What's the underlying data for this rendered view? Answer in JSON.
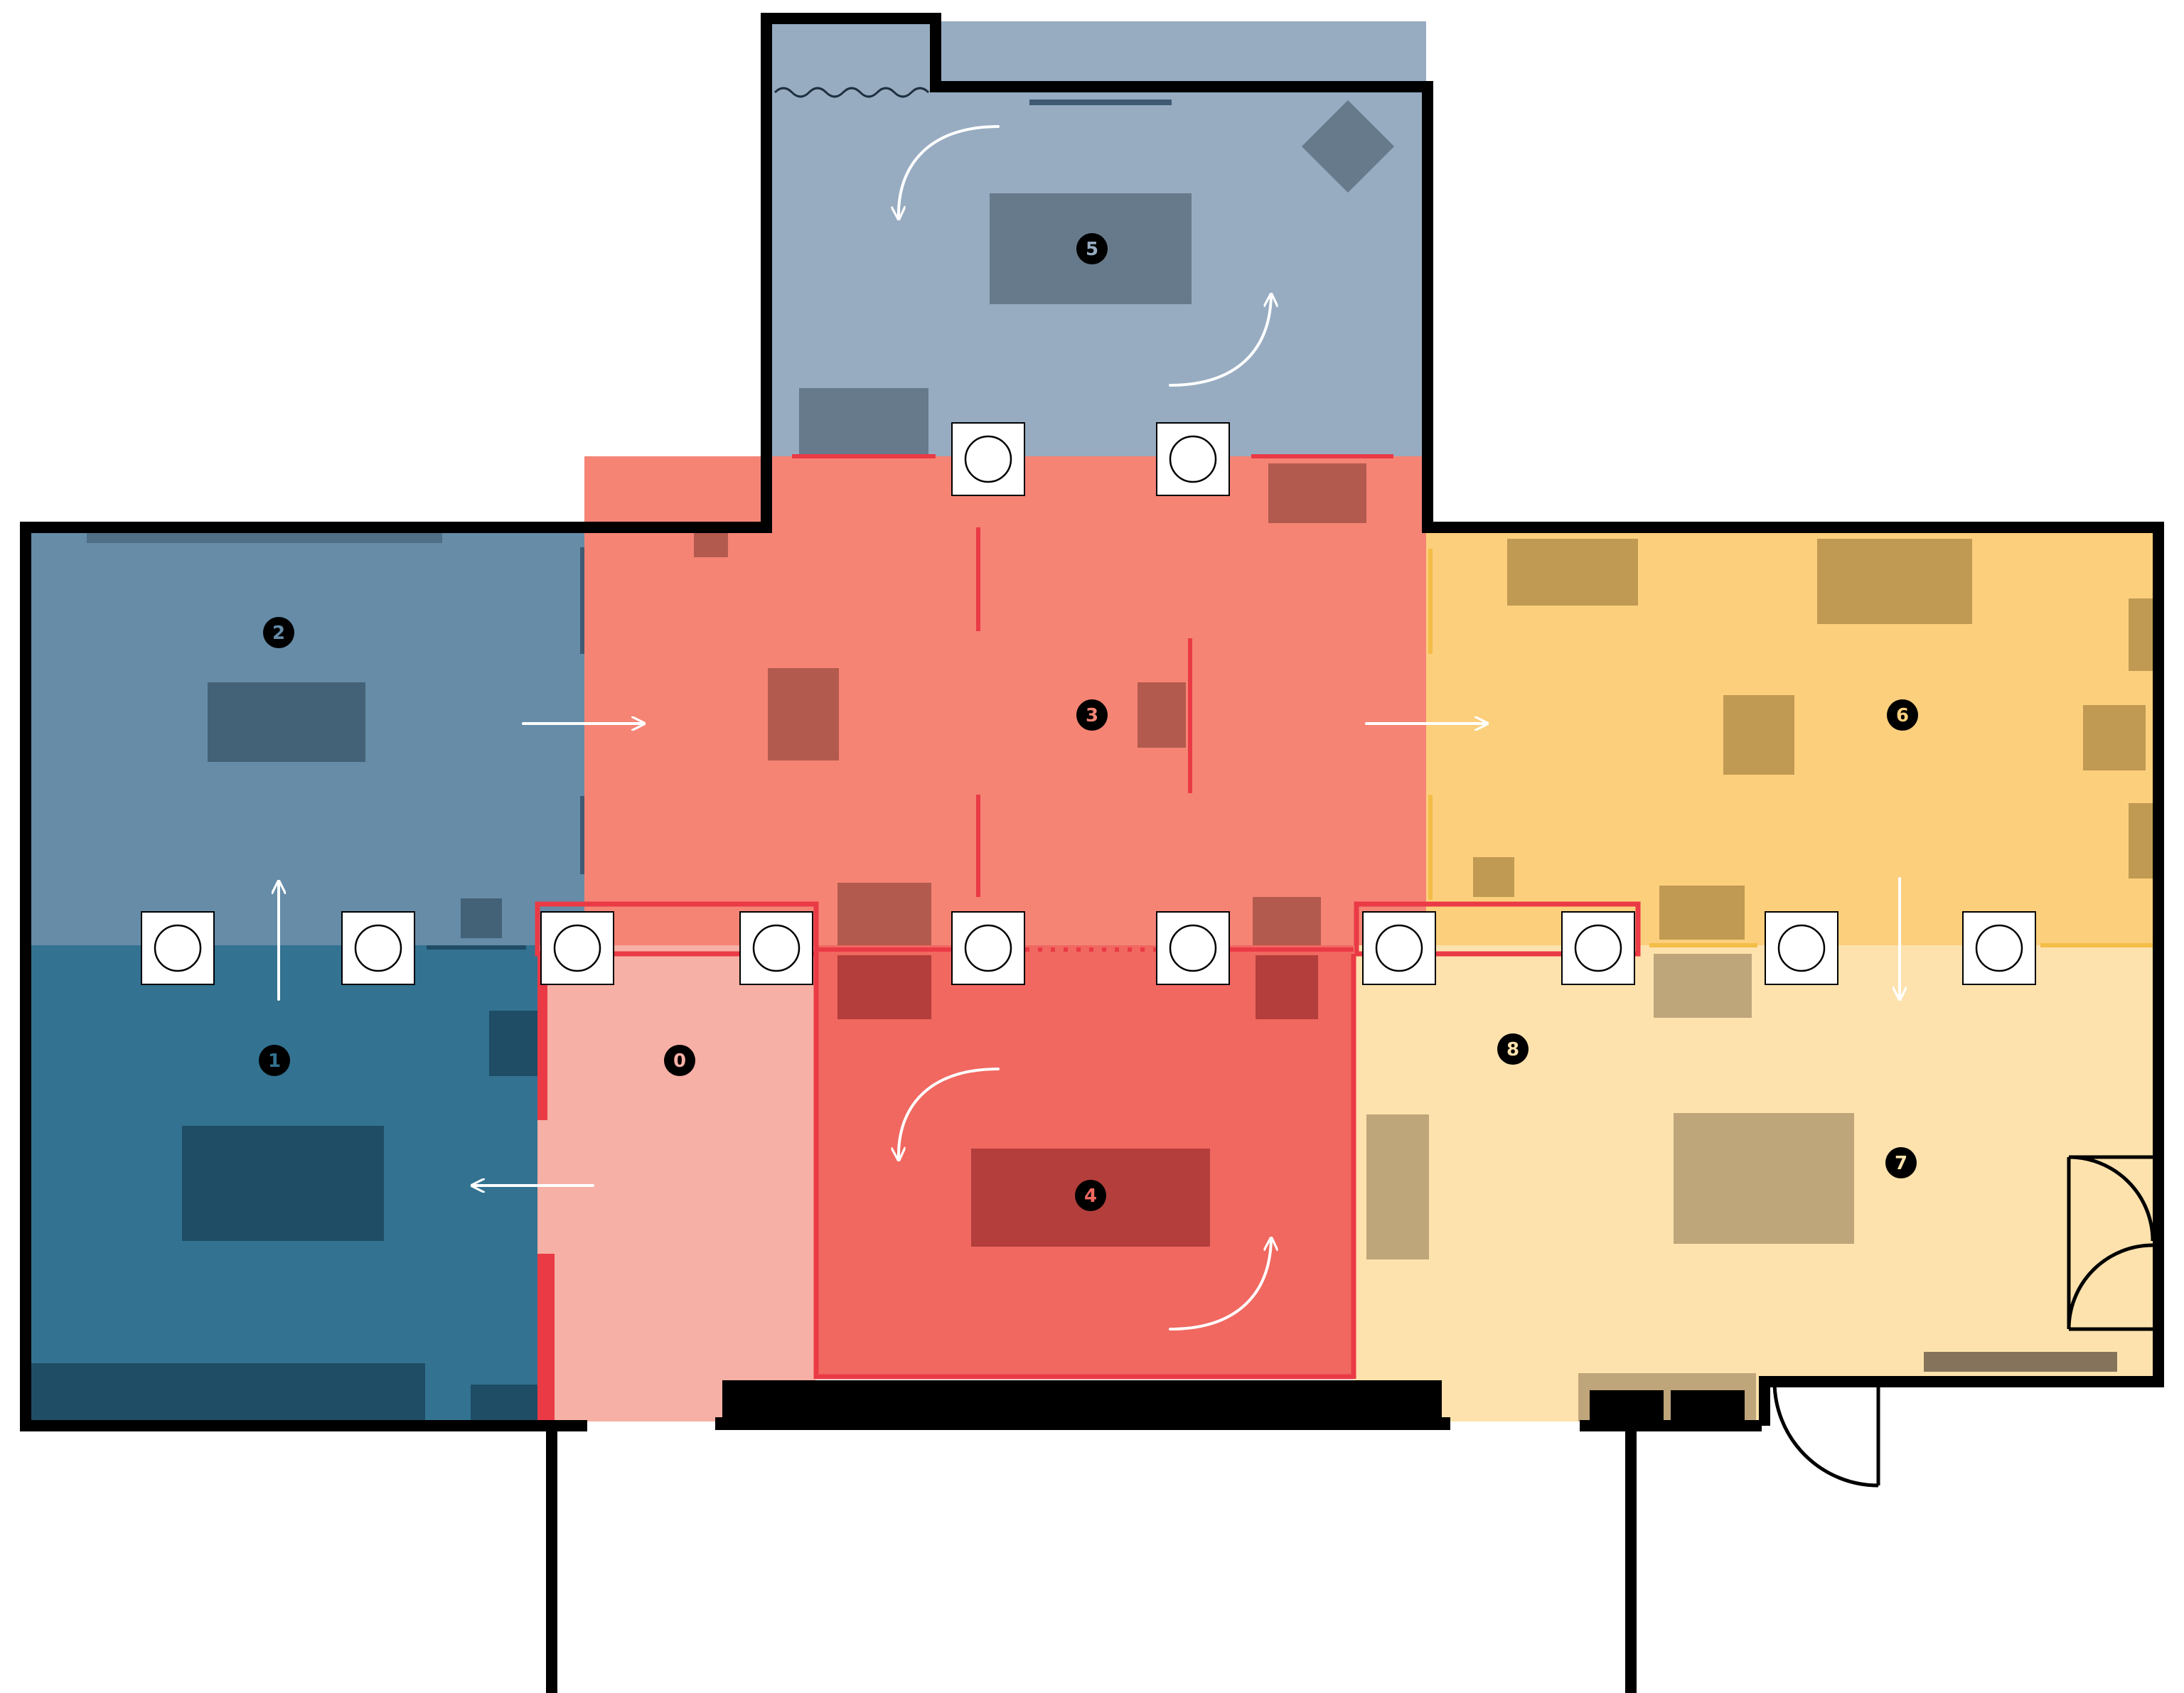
{
  "colors": {
    "room_0": "#f7b0a5",
    "room_1": "#337291",
    "room_2": "#668ca8",
    "room_3": "#f58475",
    "room_4": "#f06860",
    "room_5": "#97acc1",
    "room_6": "#fccf7d",
    "room_7": "#fde2ad",
    "wall": "#000000",
    "accent_red": "#ea3a46",
    "accent_yellow": "#f3bd47",
    "arrow": "#ffffff",
    "camera_box": "#ffffff"
  },
  "rooms": [
    {
      "number": "0",
      "text_color": "#f7b0a5"
    },
    {
      "number": "1",
      "text_color": "#337291"
    },
    {
      "number": "2",
      "text_color": "#668ca8"
    },
    {
      "number": "3",
      "text_color": "#f58475"
    },
    {
      "number": "4",
      "text_color": "#f06860"
    },
    {
      "number": "5",
      "text_color": "#97acc1"
    },
    {
      "number": "6",
      "text_color": "#fccf7d"
    },
    {
      "number": "7",
      "text_color": "#fde2ad"
    },
    {
      "number": "8",
      "text_color": "#fde2ad"
    }
  ],
  "icons": {
    "camera": "camera-icon",
    "arrow_straight": "arrow-icon",
    "arrow_curved": "curved-arrow-icon",
    "door": "door-icon"
  }
}
